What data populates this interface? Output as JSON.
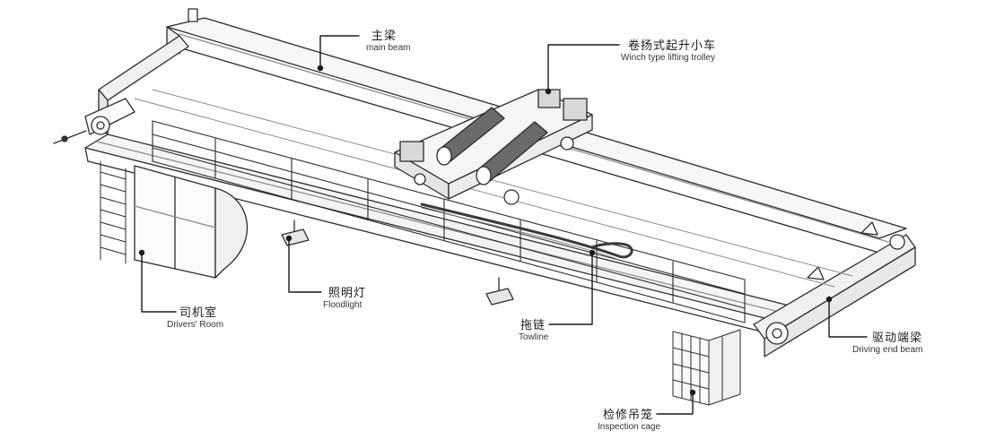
{
  "colors": {
    "line": "#2b2b2b",
    "light": "#8a8a8a",
    "background": "#ffffff"
  },
  "labels": {
    "main_beam": {
      "zh": "主梁",
      "en": "main beam"
    },
    "trolley": {
      "zh": "卷扬式起升小车",
      "en": "Winch type lifting trolley"
    },
    "drivers_room": {
      "zh": "司机室",
      "en": "Drivers' Room"
    },
    "floodlight": {
      "zh": "照明灯",
      "en": "Floodlight"
    },
    "towline": {
      "zh": "拖链",
      "en": "Towline"
    },
    "driving_end_beam": {
      "zh": "驱动端梁",
      "en": "Driving end beam"
    },
    "inspection_cage": {
      "zh": "检修吊笼",
      "en": "Inspection cage"
    }
  }
}
